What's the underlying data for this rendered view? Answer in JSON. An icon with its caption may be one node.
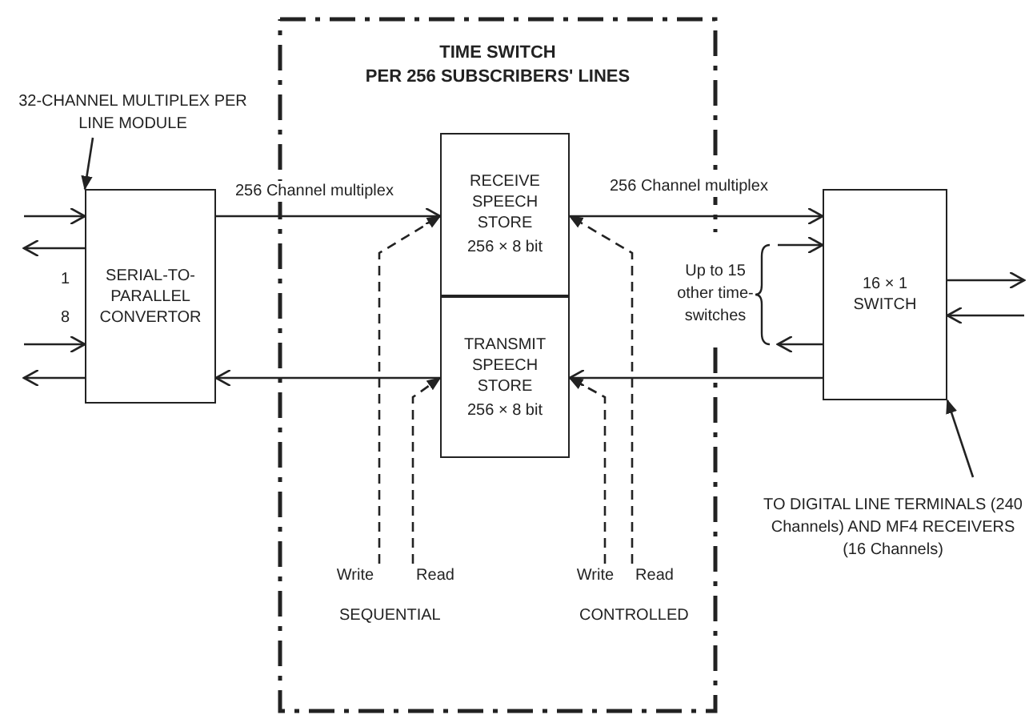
{
  "diagram": {
    "nodes": [
      {
        "text": [
          "TIME SWITCH",
          "PER 256 SUBSCRIBERS' LINES"
        ]
      },
      {
        "text": [
          "SERIAL-TO-PARALLEL CONVERTOR"
        ]
      },
      {
        "text": [
          "RECEIVE SPEECH STORE",
          "256 × 8 bit"
        ],
        "in": 0
      },
      {
        "text": [
          "TRANSMIT SPEECH STORE",
          "256 × 8 bit"
        ],
        "in": 0
      },
      {
        "text": [
          "16 × 1 SWITCH"
        ]
      },
      {
        "text": [
          "32-CHANNEL MULTIPLEX PER LINE MODULE"
        ]
      },
      {
        "text": [
          "Write"
        ],
        "in": 0
      },
      {
        "text": [
          "Read"
        ],
        "in": 0
      },
      {
        "text": [
          "Write"
        ],
        "in": 0
      },
      {
        "text": [
          "Read"
        ],
        "in": 0
      },
      {
        "text": [
          "Up to 15 other time-switches"
        ]
      },
      {
        "text": [
          "TO DIGITAL LINE TERMINALS (240 Channels) AND MF4 RECEIVERS (16 Channels)"
        ]
      }
    ],
    "edges": [
      {
        "from": 1,
        "to": 2,
        "arrow": "to",
        "label": "256 Channel multiplex"
      },
      {
        "from": 2,
        "to": 4,
        "arrow": "to",
        "label": "256 Channel multiplex"
      },
      {
        "from": 4,
        "to": 3,
        "arrow": "to"
      },
      {
        "from": 3,
        "to": 1,
        "arrow": "to"
      },
      {
        "from": 6,
        "to": 2,
        "arrow": "to",
        "style": "dashed"
      },
      {
        "from": 7,
        "to": 3,
        "arrow": "to",
        "style": "dashed"
      },
      {
        "from": 8,
        "to": 3,
        "arrow": "to",
        "style": "dashed"
      },
      {
        "from": 9,
        "to": 2,
        "arrow": "to",
        "style": "dashed"
      },
      {
        "from": null,
        "to": 1,
        "arrow": "to"
      },
      {
        "from": 1,
        "to": null,
        "arrow": "to"
      },
      {
        "from": null,
        "to": 1,
        "arrow": "to"
      },
      {
        "from": 1,
        "to": null,
        "arrow": "to"
      },
      {
        "from": 4,
        "to": null,
        "arrow": "to"
      },
      {
        "from": null,
        "to": 4,
        "arrow": "to"
      },
      {
        "from": 10,
        "to": 4,
        "arrow": "to"
      },
      {
        "from": 4,
        "to": 10,
        "arrow": "to"
      },
      {
        "from": 5,
        "to": 1,
        "arrow": "to"
      },
      {
        "from": 11,
        "to": 4,
        "arrow": "to"
      }
    ],
    "labels": [
      "1",
      "8",
      "SEQUENTIAL",
      "CONTROLLED"
    ]
  }
}
